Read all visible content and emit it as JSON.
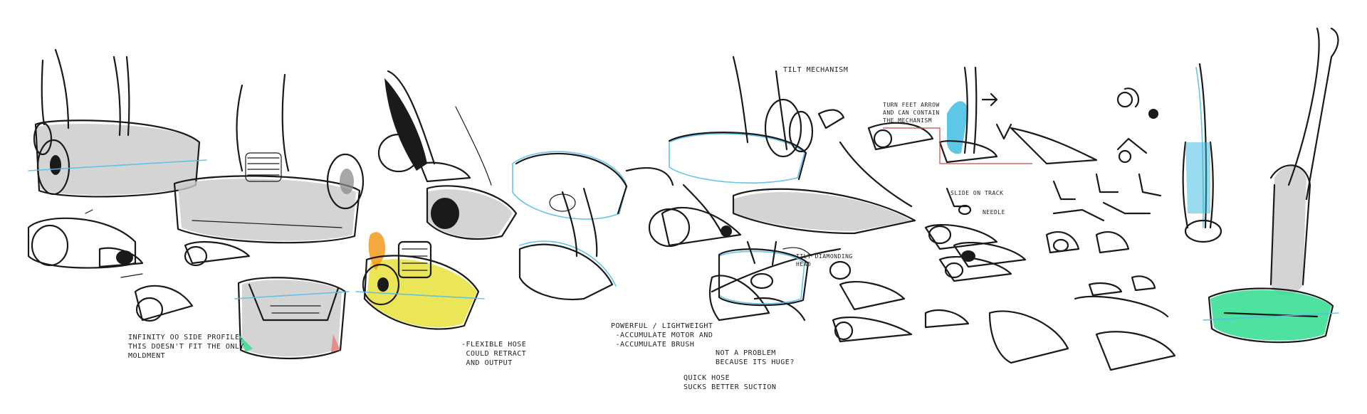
{
  "sheet": {
    "notes": {
      "infinity": "INFINITY OO SIDE PROFILE.\nTHIS DOESN'T FIT THE ONLY\nMOLDMENT",
      "flexible_hose": "-FLEXIBLE HOSE\n COULD RETRACT\n AND OUTPUT",
      "powerful": "POWERFUL / LIGHTWEIGHT\n -ACCUMULATE MOTOR AND\n -ACCUMULATE BRUSH",
      "not_a_problem": "NOT A PROBLEM\nBECAUSE ITS HUGE?",
      "quick_hose": "QUICK HOSE\nSUCKS BETTER SUCTION",
      "tilt_mechanism": "TILT MECHANISM",
      "turn_feet": "TURN FEET ARROW\nAND CAN CONTAIN\nTHE MECHANISM",
      "slide_on": "SLIDE ON TRACK",
      "needle": "NEEDLE",
      "tilt_dual": "TILT DIAMONDING\nHEAD"
    },
    "colors": {
      "ink": "#1a1a1a",
      "marker_grey": "#c9c9c9",
      "blue_pencil": "#55bfe6",
      "yellow_marker": "#e6e23a",
      "orange_marker": "#f29a1c",
      "green_marker": "#2fdc8f",
      "cyan_marker": "#36b9e0"
    }
  }
}
